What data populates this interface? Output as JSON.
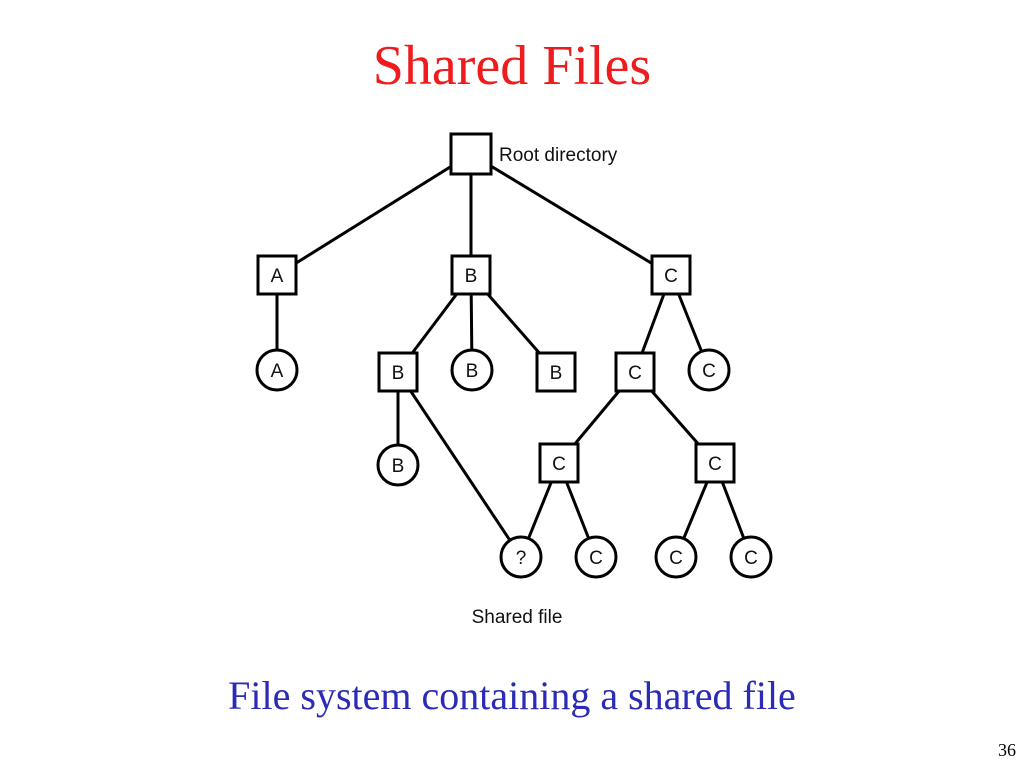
{
  "slide": {
    "title": "Shared Files",
    "caption": "File system containing a shared file",
    "page_number": "36"
  },
  "diagram": {
    "annotations": {
      "root": "Root directory",
      "shared": "Shared file"
    },
    "nodes": {
      "root": {
        "shape": "square",
        "label": ""
      },
      "dir_a": {
        "shape": "square",
        "label": "A"
      },
      "dir_b": {
        "shape": "square",
        "label": "B"
      },
      "dir_c": {
        "shape": "square",
        "label": "C"
      },
      "file_a": {
        "shape": "circle",
        "label": "A"
      },
      "dir_b2": {
        "shape": "square",
        "label": "B"
      },
      "file_b1": {
        "shape": "circle",
        "label": "B"
      },
      "dir_b3": {
        "shape": "square",
        "label": "B"
      },
      "dir_c2": {
        "shape": "square",
        "label": "C"
      },
      "file_c1": {
        "shape": "circle",
        "label": "C"
      },
      "file_b2": {
        "shape": "circle",
        "label": "B"
      },
      "dir_c3": {
        "shape": "square",
        "label": "C"
      },
      "dir_c4": {
        "shape": "square",
        "label": "C"
      },
      "shared_file": {
        "shape": "circle",
        "label": "?"
      },
      "file_c2": {
        "shape": "circle",
        "label": "C"
      },
      "file_c3": {
        "shape": "circle",
        "label": "C"
      },
      "file_c4": {
        "shape": "circle",
        "label": "C"
      }
    },
    "edges": [
      [
        "root",
        "dir_a"
      ],
      [
        "root",
        "dir_b"
      ],
      [
        "root",
        "dir_c"
      ],
      [
        "dir_a",
        "file_a"
      ],
      [
        "dir_b",
        "dir_b2"
      ],
      [
        "dir_b",
        "file_b1"
      ],
      [
        "dir_b",
        "dir_b3"
      ],
      [
        "dir_c",
        "dir_c2"
      ],
      [
        "dir_c",
        "file_c1"
      ],
      [
        "dir_b2",
        "file_b2"
      ],
      [
        "dir_b2",
        "shared_file"
      ],
      [
        "dir_c2",
        "dir_c3"
      ],
      [
        "dir_c2",
        "dir_c4"
      ],
      [
        "dir_c3",
        "shared_file"
      ],
      [
        "dir_c3",
        "file_c2"
      ],
      [
        "dir_c4",
        "file_c3"
      ],
      [
        "dir_c4",
        "file_c4"
      ]
    ]
  }
}
